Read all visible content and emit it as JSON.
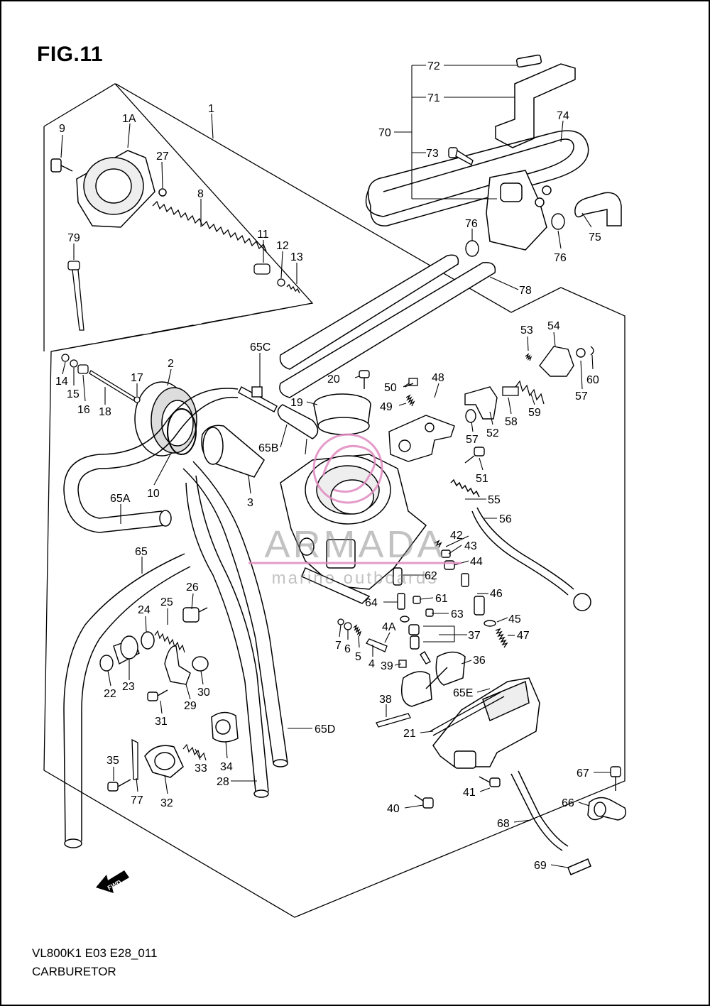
{
  "figure": {
    "title": "FIG.11",
    "code": "VL800K1 E03 E28_011",
    "name": "CARBURETOR",
    "fwd_label": "FWD"
  },
  "watermark": {
    "brand": "ARMADA",
    "tagline": "marine outboards",
    "color": "#e08ac0"
  },
  "callouts": [
    {
      "id": "c1",
      "text": "1"
    },
    {
      "id": "c1A",
      "text": "1A"
    },
    {
      "id": "c9",
      "text": "9"
    },
    {
      "id": "c27",
      "text": "27"
    },
    {
      "id": "c8",
      "text": "8"
    },
    {
      "id": "c79",
      "text": "79"
    },
    {
      "id": "c11",
      "text": "11"
    },
    {
      "id": "c12",
      "text": "12"
    },
    {
      "id": "c13",
      "text": "13"
    },
    {
      "id": "c72",
      "text": "72"
    },
    {
      "id": "c71",
      "text": "71"
    },
    {
      "id": "c70",
      "text": "70"
    },
    {
      "id": "c73",
      "text": "73"
    },
    {
      "id": "c74",
      "text": "74"
    },
    {
      "id": "c75",
      "text": "75"
    },
    {
      "id": "c76a",
      "text": "76"
    },
    {
      "id": "c76b",
      "text": "76"
    },
    {
      "id": "c78",
      "text": "78"
    },
    {
      "id": "c65C",
      "text": "65C"
    },
    {
      "id": "c14",
      "text": "14"
    },
    {
      "id": "c15",
      "text": "15"
    },
    {
      "id": "c16",
      "text": "16"
    },
    {
      "id": "c18",
      "text": "18"
    },
    {
      "id": "c17",
      "text": "17"
    },
    {
      "id": "c2",
      "text": "2"
    },
    {
      "id": "c20",
      "text": "20"
    },
    {
      "id": "c19",
      "text": "19"
    },
    {
      "id": "c65B",
      "text": "65B"
    },
    {
      "id": "c50",
      "text": "50"
    },
    {
      "id": "c49",
      "text": "49"
    },
    {
      "id": "c48",
      "text": "48"
    },
    {
      "id": "c53",
      "text": "53"
    },
    {
      "id": "c54",
      "text": "54"
    },
    {
      "id": "c60",
      "text": "60"
    },
    {
      "id": "c57a",
      "text": "57"
    },
    {
      "id": "c59",
      "text": "59"
    },
    {
      "id": "c58",
      "text": "58"
    },
    {
      "id": "c52",
      "text": "52"
    },
    {
      "id": "c57b",
      "text": "57"
    },
    {
      "id": "c51",
      "text": "51"
    },
    {
      "id": "c10",
      "text": "10"
    },
    {
      "id": "c3",
      "text": "3"
    },
    {
      "id": "c65A",
      "text": "65A"
    },
    {
      "id": "c55",
      "text": "55"
    },
    {
      "id": "c56",
      "text": "56"
    },
    {
      "id": "c42",
      "text": "42"
    },
    {
      "id": "c43",
      "text": "43"
    },
    {
      "id": "c44",
      "text": "44"
    },
    {
      "id": "c65",
      "text": "65"
    },
    {
      "id": "c62",
      "text": "62"
    },
    {
      "id": "c61",
      "text": "61"
    },
    {
      "id": "c64",
      "text": "64"
    },
    {
      "id": "c46",
      "text": "46"
    },
    {
      "id": "c63",
      "text": "63"
    },
    {
      "id": "c26",
      "text": "26"
    },
    {
      "id": "c25",
      "text": "25"
    },
    {
      "id": "c24",
      "text": "24"
    },
    {
      "id": "c45",
      "text": "45"
    },
    {
      "id": "c4A",
      "text": "4A"
    },
    {
      "id": "c7",
      "text": "7"
    },
    {
      "id": "c6",
      "text": "6"
    },
    {
      "id": "c5",
      "text": "5"
    },
    {
      "id": "c4",
      "text": "4"
    },
    {
      "id": "c37",
      "text": "37"
    },
    {
      "id": "c47",
      "text": "47"
    },
    {
      "id": "c39",
      "text": "39"
    },
    {
      "id": "c36",
      "text": "36"
    },
    {
      "id": "c22",
      "text": "22"
    },
    {
      "id": "c23",
      "text": "23"
    },
    {
      "id": "c30",
      "text": "30"
    },
    {
      "id": "c29",
      "text": "29"
    },
    {
      "id": "c65E",
      "text": "65E"
    },
    {
      "id": "c38",
      "text": "38"
    },
    {
      "id": "c31",
      "text": "31"
    },
    {
      "id": "c21",
      "text": "21"
    },
    {
      "id": "c65D",
      "text": "65D"
    },
    {
      "id": "c35",
      "text": "35"
    },
    {
      "id": "c33",
      "text": "33"
    },
    {
      "id": "c34",
      "text": "34"
    },
    {
      "id": "c28",
      "text": "28"
    },
    {
      "id": "c77",
      "text": "77"
    },
    {
      "id": "c32",
      "text": "32"
    },
    {
      "id": "c67",
      "text": "67"
    },
    {
      "id": "c41",
      "text": "41"
    },
    {
      "id": "c40",
      "text": "40"
    },
    {
      "id": "c66",
      "text": "66"
    },
    {
      "id": "c68",
      "text": "68"
    },
    {
      "id": "c69",
      "text": "69"
    }
  ]
}
